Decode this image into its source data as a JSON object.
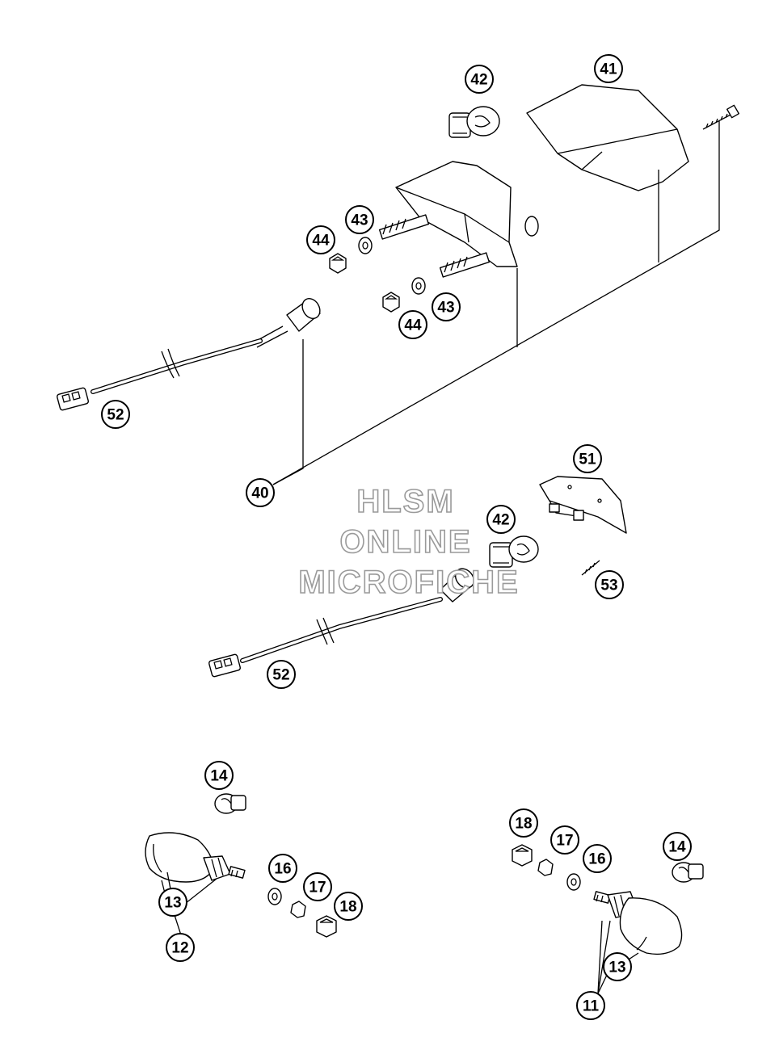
{
  "watermark": {
    "line1": "HLSM",
    "line2": "ONLINE",
    "line3": "MICROFICHE"
  },
  "callouts": [
    {
      "id": "c41",
      "label": "41"
    },
    {
      "id": "c42a",
      "label": "42"
    },
    {
      "id": "c43a",
      "label": "43"
    },
    {
      "id": "c44a",
      "label": "44"
    },
    {
      "id": "c43b",
      "label": "43"
    },
    {
      "id": "c44b",
      "label": "44"
    },
    {
      "id": "c52a",
      "label": "52"
    },
    {
      "id": "c40",
      "label": "40"
    },
    {
      "id": "c51",
      "label": "51"
    },
    {
      "id": "c42b",
      "label": "42"
    },
    {
      "id": "c53",
      "label": "53"
    },
    {
      "id": "c52b",
      "label": "52"
    },
    {
      "id": "c14a",
      "label": "14"
    },
    {
      "id": "c16a",
      "label": "16"
    },
    {
      "id": "c17a",
      "label": "17"
    },
    {
      "id": "c18a",
      "label": "18"
    },
    {
      "id": "c13a",
      "label": "13"
    },
    {
      "id": "c12",
      "label": "12"
    },
    {
      "id": "c18b",
      "label": "18"
    },
    {
      "id": "c17b",
      "label": "17"
    },
    {
      "id": "c16b",
      "label": "16"
    },
    {
      "id": "c14b",
      "label": "14"
    },
    {
      "id": "c13b",
      "label": "13"
    },
    {
      "id": "c11",
      "label": "11"
    }
  ]
}
